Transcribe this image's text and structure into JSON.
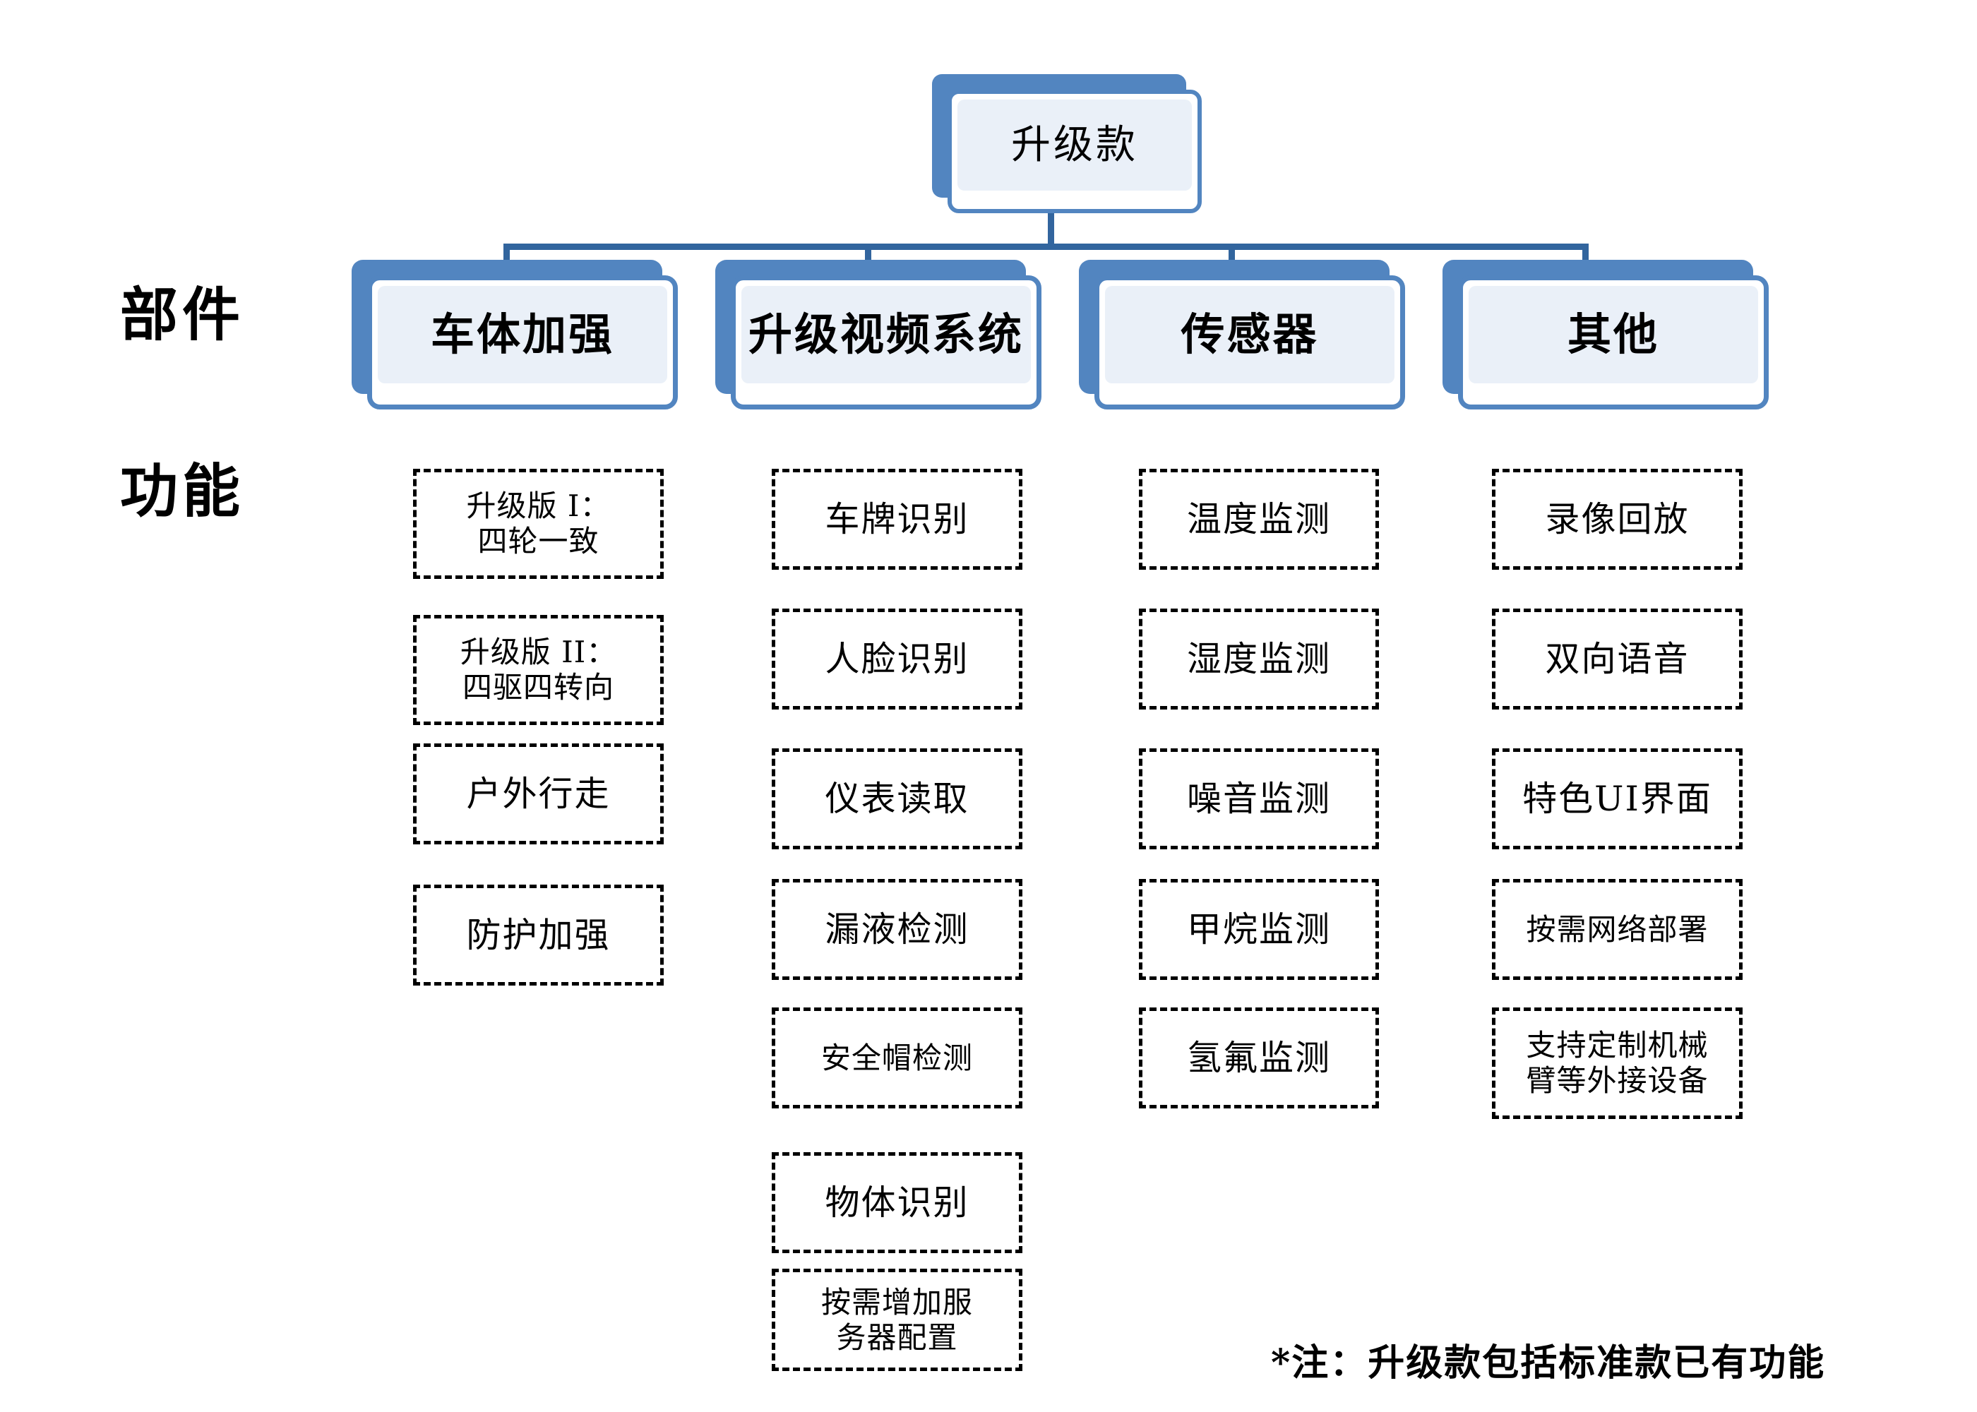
{
  "diagram": {
    "root": {
      "label": "升级款"
    },
    "row_labels": [
      {
        "key": "components",
        "label": "部件"
      },
      {
        "key": "functions",
        "label": "功能"
      }
    ],
    "columns": [
      {
        "key": "body-reinforcement",
        "title": "车体加强",
        "functions": [
          "升级版 I：\n四轮一致",
          "升级版 II：\n四驱四转向",
          "户外行走",
          "防护加强"
        ]
      },
      {
        "key": "upgraded-video-system",
        "title": "升级视频系统",
        "functions": [
          "车牌识别",
          "人脸识别",
          "仪表读取",
          "漏液检测",
          "安全帽检测",
          "物体识别",
          "按需增加服\n务器配置"
        ]
      },
      {
        "key": "sensors",
        "title": "传感器",
        "functions": [
          "温度监测",
          "湿度监测",
          "噪音监测",
          "甲烷监测",
          "氢氟监测"
        ]
      },
      {
        "key": "others",
        "title": "其他",
        "functions": [
          "录像回放",
          "双向语音",
          "特色UI界面",
          "按需网络部署",
          "支持定制机械\n臂等外接设备"
        ]
      }
    ],
    "footnote": "*注：升级款包括标准款已有功能",
    "colors": {
      "node_fill": "#5285c0",
      "node_inner": "#eaf0f8",
      "connector": "#32659e",
      "chip_border": "#000000",
      "text": "#000000",
      "background": "#ffffff"
    }
  }
}
